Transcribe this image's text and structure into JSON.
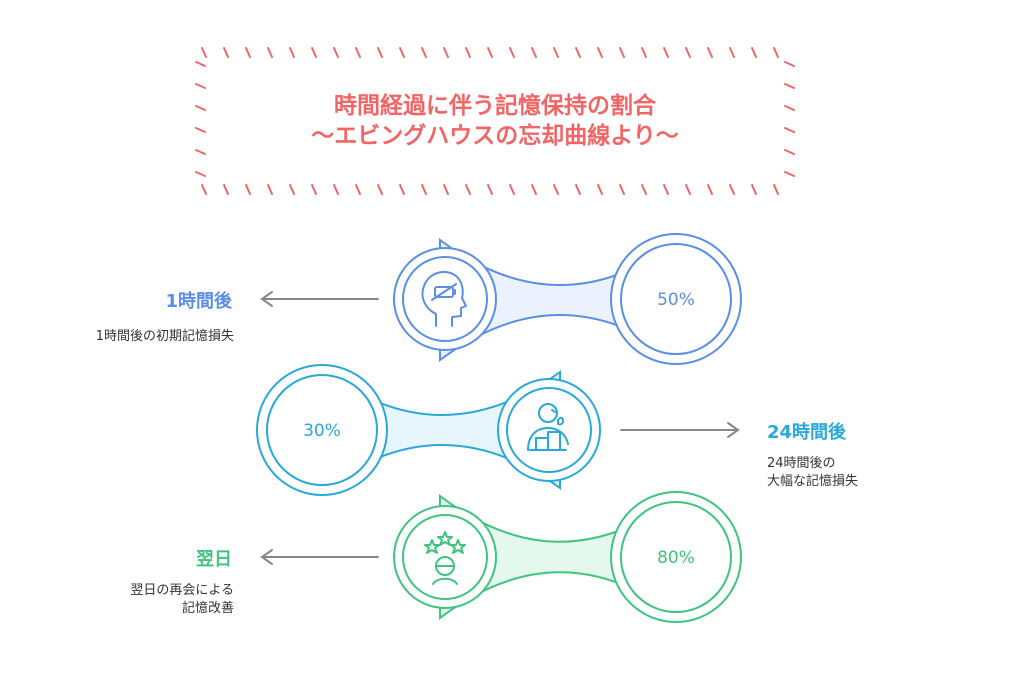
{
  "title": {
    "line1": "時間経過に伴う記憶保持の割合",
    "line2": "〜エビングハウスの忘却曲線より〜"
  },
  "steps": [
    {
      "label": "1時間後",
      "description": [
        "1時間後の初期記憶損失"
      ],
      "value": "50%",
      "icon": "head-battery-icon",
      "color": "#5b8ee6",
      "bridge": "#ecf2fd"
    },
    {
      "label": "24時間後",
      "description": [
        "24時間後の",
        "大幅な記憶損失"
      ],
      "value": "30%",
      "icon": "crying-person-icon",
      "color": "#29a8d9",
      "bridge": "#e7f6fc"
    },
    {
      "label": "翌日",
      "description": [
        "翌日の再会による",
        "記憶改善"
      ],
      "value": "80%",
      "icon": "stars-person-icon",
      "color": "#3fc47f",
      "bridge": "#e5f8ed"
    }
  ]
}
